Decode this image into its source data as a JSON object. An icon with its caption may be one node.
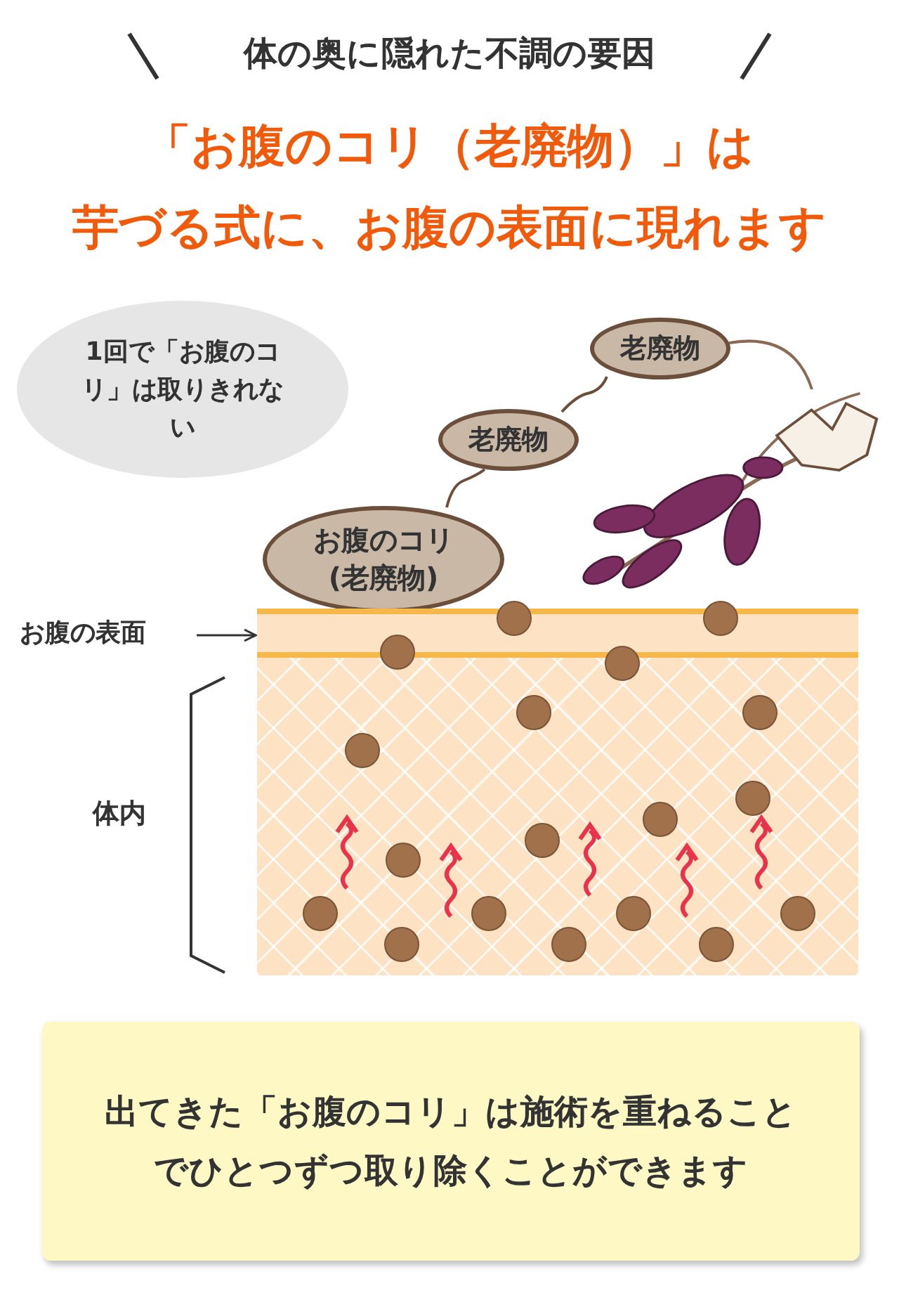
{
  "diagram": {
    "title": "体の奥に隠れた不調の要因",
    "nodes": [
      {
        "text": [
          "1回で「お腹のコリ」は取りきれない"
        ]
      },
      {
        "text": [
          "お腹のコリ(老廃物)"
        ]
      },
      {
        "text": [
          "老廃物"
        ]
      },
      {
        "text": [
          "老廃物"
        ]
      },
      {
        "text": [],
        "shape": "picture"
      },
      {
        "text": [
          "お腹の表面"
        ]
      },
      {
        "text": [],
        "shape": "bar"
      },
      {
        "text": [
          "出てきた「お腹のコリ」は施術を重ねることでひとつずつ取り除くことができます"
        ]
      }
    ],
    "edges": [
      {
        "from": 1,
        "to": 2,
        "arrow": "none"
      },
      {
        "from": 2,
        "to": 3,
        "arrow": "none"
      },
      {
        "from": 3,
        "to": 4,
        "arrow": "none"
      },
      {
        "from": 5,
        "to": 6,
        "arrow": "to"
      }
    ],
    "labels": [
      "「お腹のコリ（老廃物）」は",
      "芋づる式に、お腹の表面に現れます",
      "体内"
    ]
  }
}
